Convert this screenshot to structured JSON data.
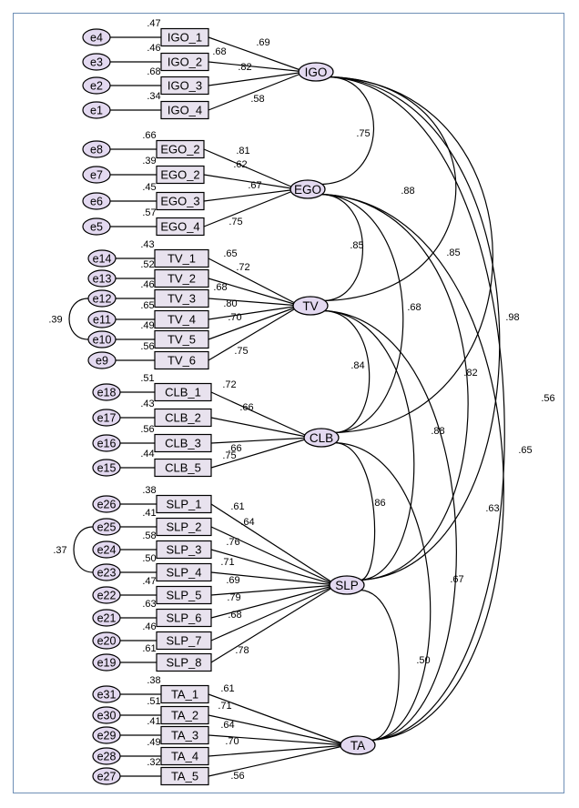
{
  "latents": [
    {
      "id": "IGO",
      "label": "IGO"
    },
    {
      "id": "EGO",
      "label": "EGO"
    },
    {
      "id": "TV",
      "label": "TV"
    },
    {
      "id": "CLB",
      "label": "CLB"
    },
    {
      "id": "SLP",
      "label": "SLP"
    },
    {
      "id": "TA",
      "label": "TA"
    }
  ],
  "indicators": [
    {
      "latent": "IGO",
      "name": "IGO_1",
      "error": "e4",
      "r2": ".47",
      "loading": ".69"
    },
    {
      "latent": "IGO",
      "name": "IGO_2",
      "error": "e3",
      "r2": ".46",
      "loading": ".68"
    },
    {
      "latent": "IGO",
      "name": "IGO_3",
      "error": "e2",
      "r2": ".68",
      "loading": ".82"
    },
    {
      "latent": "IGO",
      "name": "IGO_4",
      "error": "e1",
      "r2": ".34",
      "loading": ".58"
    },
    {
      "latent": "EGO",
      "name": "EGO_2",
      "error": "e8",
      "r2": ".66",
      "loading": ".81"
    },
    {
      "latent": "EGO",
      "name": "EGO_2",
      "error": "e7",
      "r2": ".39",
      "loading": ".62"
    },
    {
      "latent": "EGO",
      "name": "EGO_3",
      "error": "e6",
      "r2": ".45",
      "loading": ".67"
    },
    {
      "latent": "EGO",
      "name": "EGO_4",
      "error": "e5",
      "r2": ".57",
      "loading": ".75"
    },
    {
      "latent": "TV",
      "name": "TV_1",
      "error": "e14",
      "r2": ".43",
      "loading": ".65"
    },
    {
      "latent": "TV",
      "name": "TV_2",
      "error": "e13",
      "r2": ".52",
      "loading": ".72"
    },
    {
      "latent": "TV",
      "name": "TV_3",
      "error": "e12",
      "r2": ".46",
      "loading": ".68"
    },
    {
      "latent": "TV",
      "name": "TV_4",
      "error": "e11",
      "r2": ".65",
      "loading": ".80"
    },
    {
      "latent": "TV",
      "name": "TV_5",
      "error": "e10",
      "r2": ".49",
      "loading": ".70"
    },
    {
      "latent": "TV",
      "name": "TV_6",
      "error": "e9",
      "r2": ".56",
      "loading": ".75"
    },
    {
      "latent": "CLB",
      "name": "CLB_1",
      "error": "e18",
      "r2": ".51",
      "loading": ".72"
    },
    {
      "latent": "CLB",
      "name": "CLB_2",
      "error": "e17",
      "r2": ".43",
      "loading": ".66"
    },
    {
      "latent": "CLB",
      "name": "CLB_3",
      "error": "e16",
      "r2": ".56",
      "loading": ".75"
    },
    {
      "latent": "CLB",
      "name": "CLB_5",
      "error": "e15",
      "r2": ".44",
      "loading": ".66"
    },
    {
      "latent": "SLP",
      "name": "SLP_1",
      "error": "e26",
      "r2": ".38",
      "loading": ".61"
    },
    {
      "latent": "SLP",
      "name": "SLP_2",
      "error": "e25",
      "r2": ".41",
      "loading": ".64"
    },
    {
      "latent": "SLP",
      "name": "SLP_3",
      "error": "e24",
      "r2": ".58",
      "loading": ".76"
    },
    {
      "latent": "SLP",
      "name": "SLP_4",
      "error": "e23",
      "r2": ".50",
      "loading": ".71"
    },
    {
      "latent": "SLP",
      "name": "SLP_5",
      "error": "e22",
      "r2": ".47",
      "loading": ".69"
    },
    {
      "latent": "SLP",
      "name": "SLP_6",
      "error": "e21",
      "r2": ".63",
      "loading": ".79"
    },
    {
      "latent": "SLP",
      "name": "SLP_7",
      "error": "e20",
      "r2": ".46",
      "loading": ".68"
    },
    {
      "latent": "SLP",
      "name": "SLP_8",
      "error": "e19",
      "r2": ".61",
      "loading": ".78"
    },
    {
      "latent": "TA",
      "name": "TA_1",
      "error": "e31",
      "r2": ".38",
      "loading": ".61"
    },
    {
      "latent": "TA",
      "name": "TA_2",
      "error": "e30",
      "r2": ".51",
      "loading": ".71"
    },
    {
      "latent": "TA",
      "name": "TA_3",
      "error": "e29",
      "r2": ".41",
      "loading": ".64"
    },
    {
      "latent": "TA",
      "name": "TA_4",
      "error": "e28",
      "r2": ".49",
      "loading": ".70"
    },
    {
      "latent": "TA",
      "name": "TA_5",
      "error": "e27",
      "r2": ".32",
      "loading": ".56"
    }
  ],
  "error_covariances": [
    {
      "from": "e12",
      "to": "e10",
      "value": ".39"
    },
    {
      "from": "e25",
      "to": "e23",
      "value": ".37"
    }
  ],
  "factor_correlations": [
    {
      "from": "IGO",
      "to": "EGO",
      "value": ".75"
    },
    {
      "from": "IGO",
      "to": "TV",
      "value": ".88"
    },
    {
      "from": "IGO",
      "to": "CLB",
      "value": ".85"
    },
    {
      "from": "IGO",
      "to": "SLP",
      "value": ".98"
    },
    {
      "from": "IGO",
      "to": "TA",
      "value": ".56"
    },
    {
      "from": "EGO",
      "to": "TV",
      "value": ".85"
    },
    {
      "from": "EGO",
      "to": "CLB",
      "value": ".68"
    },
    {
      "from": "EGO",
      "to": "SLP",
      "value": ".82"
    },
    {
      "from": "EGO",
      "to": "TA",
      "value": ".65"
    },
    {
      "from": "TV",
      "to": "CLB",
      "value": ".84"
    },
    {
      "from": "TV",
      "to": "SLP",
      "value": ".88"
    },
    {
      "from": "TV",
      "to": "TA",
      "value": ".63"
    },
    {
      "from": "CLB",
      "to": "SLP",
      "value": ".86"
    },
    {
      "from": "CLB",
      "to": "TA",
      "value": ".67"
    },
    {
      "from": "SLP",
      "to": "TA",
      "value": ".50"
    }
  ]
}
